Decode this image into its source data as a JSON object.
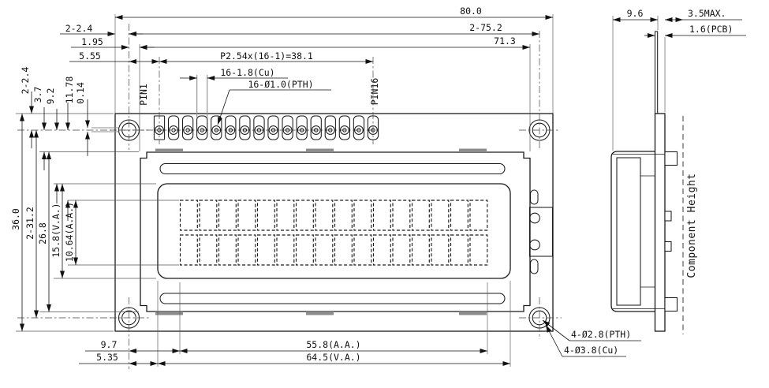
{
  "front_view": {
    "dims_top": {
      "overall_width": "80.0",
      "hole_spacing": "2-75.2",
      "bezel_width": "71.3",
      "corner_offset": "2-2.4",
      "hole_to_bezel": "1.95",
      "hole_to_pin1": "5.55",
      "pin_pitch": "P2.54x(16-1)=38.1",
      "pad_width": "16-1.8(Cu)",
      "pin_hole": "16-Ø1.0(PTH)"
    },
    "dims_left": {
      "corner_offset": "2-2.4",
      "pin_to_bezel": "3.7",
      "pin_to_va": "9.2",
      "pin_to_aa": "11.78",
      "line_offset": "0.14",
      "overall_height": "36.0",
      "hole_spacing": "2-31.2",
      "bezel_height": "26.8",
      "va_height": "15.8(V.A.)",
      "aa_height": "10.64(A.A.)"
    },
    "dims_bottom": {
      "hole_to_aa": "9.7",
      "hole_to_va": "5.35",
      "aa_width": "55.8(A.A.)",
      "va_width": "64.5(V.A.)"
    },
    "pin_labels": {
      "first": "PIN1",
      "last": "PIN16"
    },
    "hole_callouts": {
      "plated": "4-Ø2.8(PTH)",
      "copper": "4-Ø3.8(Cu)"
    },
    "pins": {
      "count": 16
    },
    "display": {
      "columns": 16,
      "rows": 2
    }
  },
  "side_view": {
    "dims": {
      "depth": "9.6",
      "max_height": "3.5MAX.",
      "pcb": "1.6(PCB)"
    },
    "axis_label": "Component Height"
  },
  "colors": {
    "line": "#1a1a1a",
    "dim": "#111111",
    "accent_gray": "#8c8c8c",
    "background": "#ffffff"
  }
}
